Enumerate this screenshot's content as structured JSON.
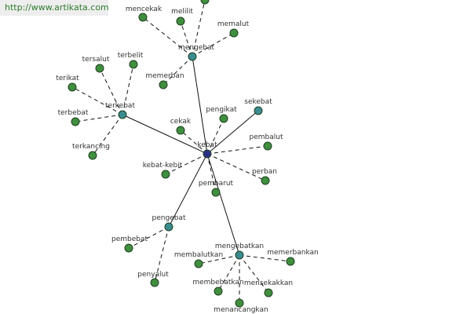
{
  "watermark": "http://www.artikata.com",
  "colors": {
    "root": "#2b2f86",
    "hub": "#3a8c91",
    "leaf": "#3f8f3f",
    "node_stroke": "#1f3f1f",
    "edge": "#111111"
  },
  "root": {
    "id": "kebat",
    "label": "kebat"
  },
  "hubs": [
    {
      "id": "mengebat",
      "label": "mengebat"
    },
    {
      "id": "terkebat",
      "label": "terkebat"
    },
    {
      "id": "sekebat",
      "label": "sekebat"
    },
    {
      "id": "pengebat",
      "label": "pengebat"
    },
    {
      "id": "mengebatkan",
      "label": "mengebatkan"
    }
  ],
  "leaves": [
    {
      "id": "mencekak",
      "label": "mencekak",
      "parent": "mengebat"
    },
    {
      "id": "melilit",
      "label": "melilit",
      "parent": "mengebat"
    },
    {
      "id": "memalut",
      "label": "memalut",
      "parent": "mengebat"
    },
    {
      "id": "memerban",
      "label": "memerban",
      "parent": "mengebat"
    },
    {
      "id": "mengebat-top",
      "label": "",
      "parent": "mengebat"
    },
    {
      "id": "tersalut",
      "label": "tersalut",
      "parent": "terkebat"
    },
    {
      "id": "terbelit",
      "label": "terbelit",
      "parent": "terkebat"
    },
    {
      "id": "terikat",
      "label": "terikat",
      "parent": "terkebat"
    },
    {
      "id": "terbebat",
      "label": "terbebat",
      "parent": "terkebat"
    },
    {
      "id": "terkancing",
      "label": "terkancing",
      "parent": "terkebat"
    },
    {
      "id": "cekak",
      "label": "cekak",
      "parent": "kebat"
    },
    {
      "id": "pengikat",
      "label": "pengikat",
      "parent": "kebat"
    },
    {
      "id": "pembalut",
      "label": "pembalut",
      "parent": "kebat"
    },
    {
      "id": "perban",
      "label": "perban",
      "parent": "kebat"
    },
    {
      "id": "pembarut",
      "label": "pembarut",
      "parent": "kebat"
    },
    {
      "id": "kebat-kebit",
      "label": "kebat-kebit",
      "parent": "kebat"
    },
    {
      "id": "pembebat",
      "label": "pembebat",
      "parent": "pengebat"
    },
    {
      "id": "penyalut",
      "label": "penyalut",
      "parent": "pengebat"
    },
    {
      "id": "membalutkan",
      "label": "membalutkan",
      "parent": "mengebatkan"
    },
    {
      "id": "memerbankan",
      "label": "memerbankan",
      "parent": "mengebatkan"
    },
    {
      "id": "membebatkan",
      "label": "membebatkan",
      "parent": "mengebatkan"
    },
    {
      "id": "mengsekakkan",
      "label": "mensekakkan",
      "parent": "mengebatkan"
    },
    {
      "id": "menancangkan",
      "label": "menancangkan",
      "parent": "mengebatkan"
    }
  ]
}
